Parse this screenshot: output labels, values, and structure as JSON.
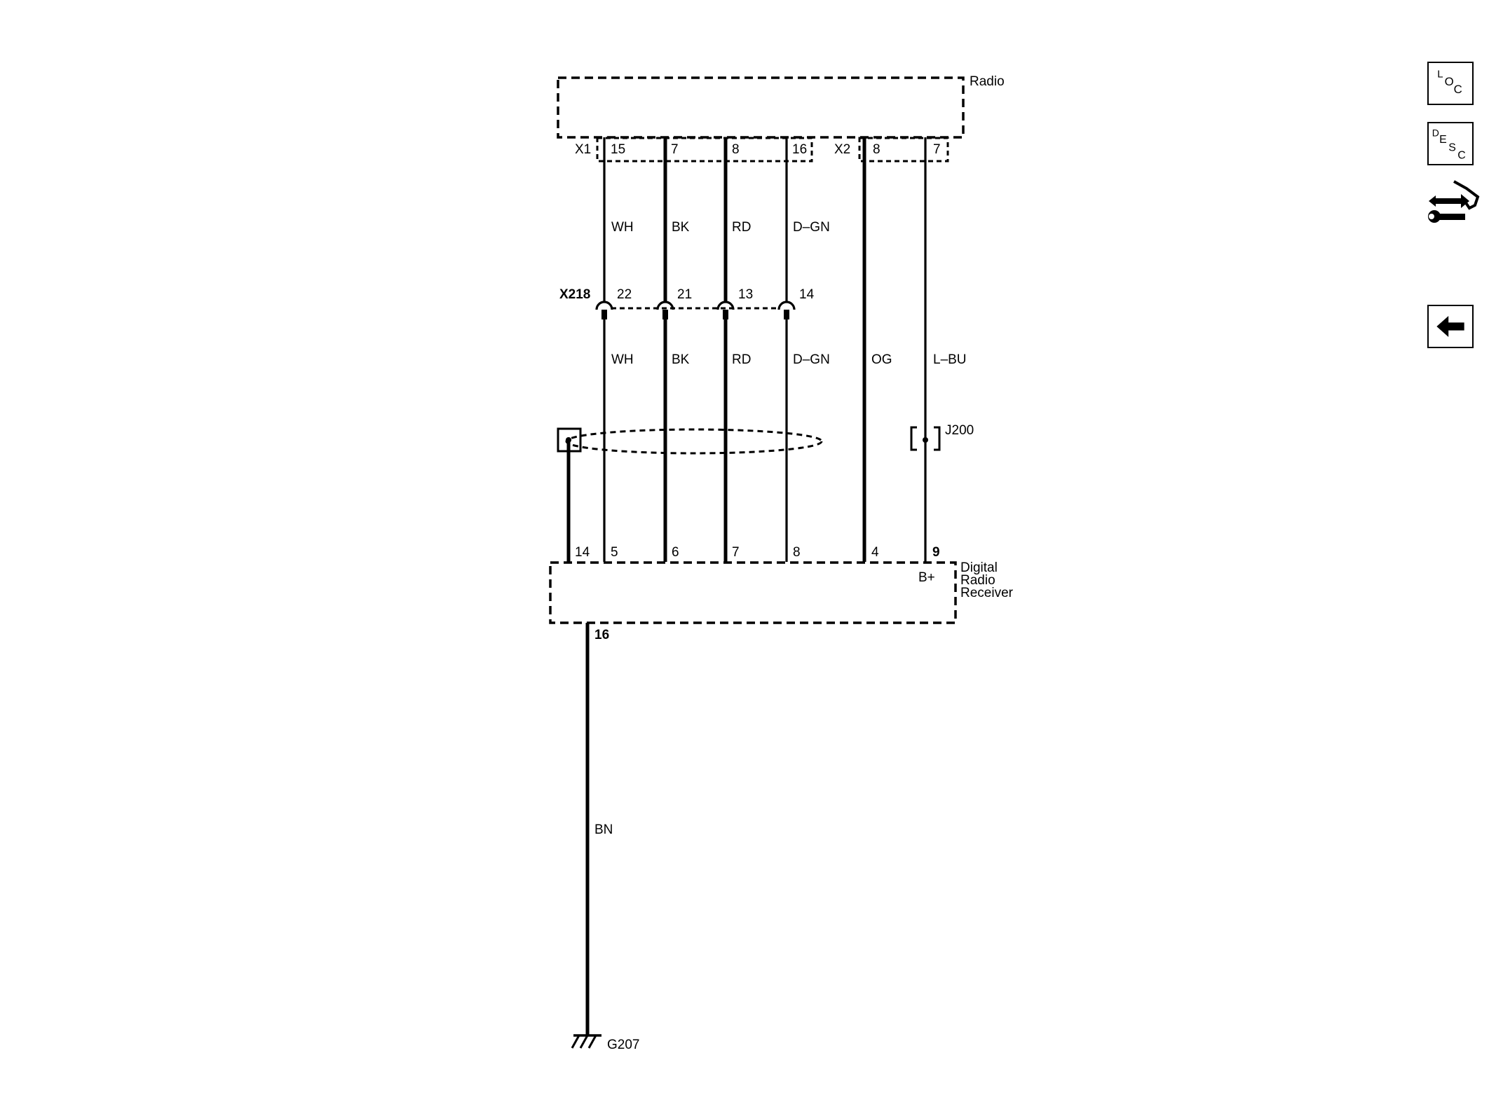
{
  "components": {
    "radio": {
      "label": "Radio"
    },
    "receiver": {
      "label_lines": [
        "Digital",
        "Radio",
        "Receiver"
      ],
      "b_plus": "B+"
    },
    "inline_connector": {
      "label": "X218"
    },
    "splice": {
      "label": "J200"
    },
    "ground": {
      "label": "G207"
    }
  },
  "connectors": {
    "x1": {
      "label": "X1",
      "pins": [
        "15",
        "7",
        "8",
        "16"
      ]
    },
    "x2": {
      "label": "X2",
      "pins": [
        "8",
        "7"
      ]
    },
    "x218_pins": [
      "22",
      "21",
      "13",
      "14"
    ],
    "receiver_pins": [
      "14",
      "5",
      "6",
      "7",
      "8",
      "4",
      "9"
    ],
    "ground_pin": "16"
  },
  "wire_colors": {
    "upper": [
      "WH",
      "BK",
      "RD",
      "D–GN"
    ],
    "lower": [
      "WH",
      "BK",
      "RD",
      "D–GN",
      "OG",
      "L–BU"
    ],
    "ground": "BN"
  },
  "side_icons": {
    "loc": {
      "letters": [
        "L",
        "O",
        "C"
      ],
      "icon": "location-icon"
    },
    "desc": {
      "letters": [
        "D",
        "E",
        "S",
        "C"
      ],
      "icon": "description-icon"
    },
    "tools": {
      "icon": "connector-tools-icon"
    },
    "back": {
      "icon": "back-arrow-icon"
    }
  }
}
